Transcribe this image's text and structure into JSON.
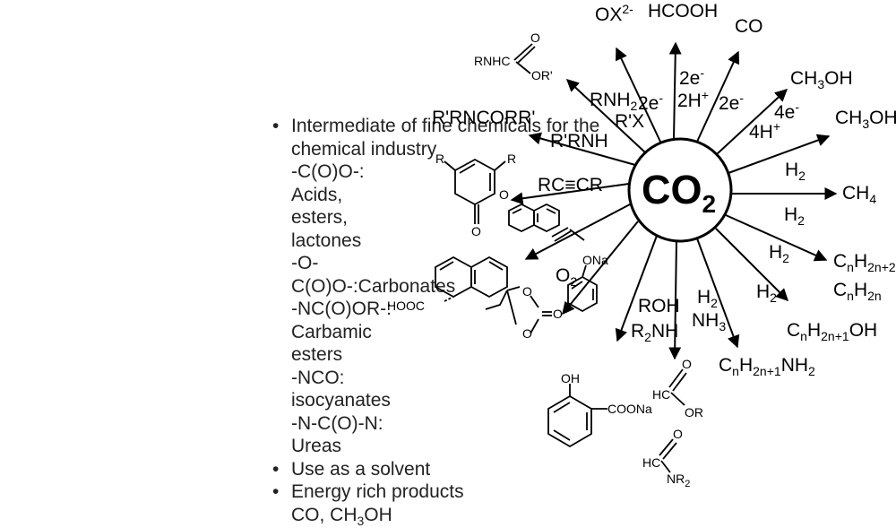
{
  "bullets": [
    {
      "text": "Intermediate of fine chemicals for the chemical industry",
      "sub": [
        "-C(O)O-: Acids, esters, lactones",
        "-O-C(O)O-:Carbonates",
        "-NC(O)OR-: Carbamic esters",
        "-NCO: isocyanates",
        "-N-C(O)-N: Ureas"
      ]
    },
    {
      "text": "Use as a solvent",
      "sub": []
    },
    {
      "text": "Energy rich products",
      "sub": [
        "CO, CH3OH"
      ]
    }
  ],
  "center": {
    "main": "CO",
    "sub": "2"
  },
  "labels": {
    "ox": "OX",
    "ox_sup": "2-",
    "hcooh": "HCOOH",
    "co": "CO",
    "ch3oh_a": "CH",
    "ch3oh_a_sub": "3",
    "ch3oh_a_end": "OH",
    "ch3oh_b": "CH",
    "ch3oh_b_sub": "3",
    "ch3oh_b_end": "OH",
    "ch4": "CH",
    "ch4_sub": "4",
    "cnh2n2": "C",
    "n": "n",
    "h": "H",
    "h2n2_sub": "2n+2",
    "cnh2n": "C",
    "h2n_sub": "2n",
    "cnh2n1oh": "C",
    "h2n1_sub": "2n+1",
    "oh": "OH",
    "cnh2n1nh2": "C",
    "nh2": "NH",
    "two": "2",
    "rprnh": "R'RNH",
    "rprncorr": "R'RNCORR'",
    "rnh2": "RNH",
    "rx": "R'X",
    "rcr": "RC≡CR",
    "o2": "O",
    "roh": "ROH",
    "r2nh": "R",
    "r2nh_end": "NH",
    "h2": "H",
    "nh3": "NH",
    "three": "3",
    "e2": "2e",
    "e_sup": "-",
    "four_e": "4e",
    "four_h": "4H",
    "h_sup": "+",
    "rnhc": "RNHC",
    "ori": "OR'",
    "hc": "HC",
    "or": "OR",
    "o": "O",
    "nr2": "NR",
    "cooNa": "COONa",
    "ohl": "OH",
    "ona": "ONa",
    "hooc": "HOOC",
    "r": "R"
  },
  "colors": {
    "ink": "#000000",
    "text": "#222222",
    "bg": "#ffffff"
  }
}
